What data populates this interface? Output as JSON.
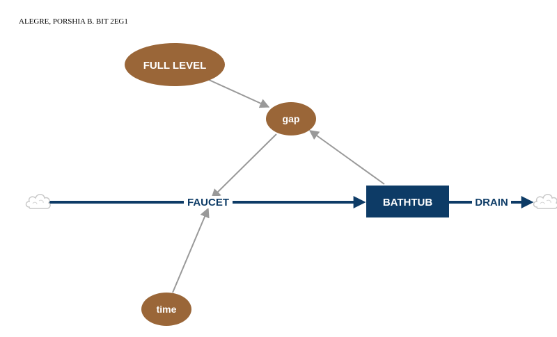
{
  "header": {
    "author": "ALEGRE, PORSHIA B. BIT 2EG1"
  },
  "nodes": {
    "full_level": "FULL LEVEL",
    "gap": "gap",
    "time": "time",
    "bathtub": "BATHTUB"
  },
  "flows": {
    "faucet": "FAUCET",
    "drain": "DRAIN"
  },
  "icons": {
    "source": "cloud-icon",
    "sink": "cloud-icon"
  },
  "colors": {
    "variable_fill": "#9a6638",
    "stock_fill": "#0d3b66",
    "flow_pipe": "#0d3b66",
    "link_arrow": "#999999"
  }
}
